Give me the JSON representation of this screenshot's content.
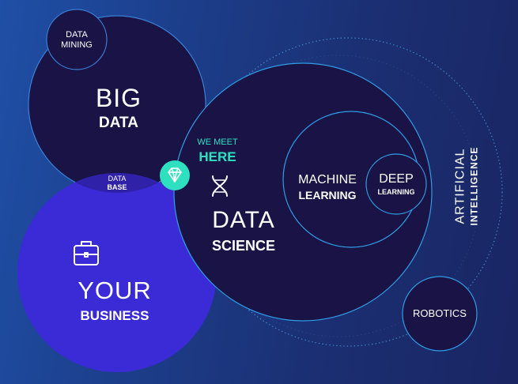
{
  "data_mining": {
    "line1": "DATA",
    "line2": "MINING"
  },
  "big_data": {
    "line1": "BIG",
    "line2": "DATA"
  },
  "data_base": {
    "line1": "DATA",
    "line2": "BASE"
  },
  "meet": {
    "line1": "WE MEET",
    "line2": "HERE"
  },
  "data_science": {
    "line1": "DATA",
    "line2": "SCIENCE"
  },
  "machine_learning": {
    "line1": "MACHINE",
    "line2": "LEARNING"
  },
  "deep_learning": {
    "line1": "DEEP",
    "line2": "LEARNING"
  },
  "ai": {
    "line1": "ARTIFICIAL",
    "line2": "INTELLIGENCE"
  },
  "your_business": {
    "line1": "YOUR",
    "line2": "BUSINESS"
  },
  "robotics": {
    "label": "ROBOTICS"
  },
  "colors": {
    "navy_circle": "#1a1446",
    "business_circle": "#3a2bd6",
    "outline": "#2f9ce6",
    "teal_accent": "#2fe0c0"
  }
}
